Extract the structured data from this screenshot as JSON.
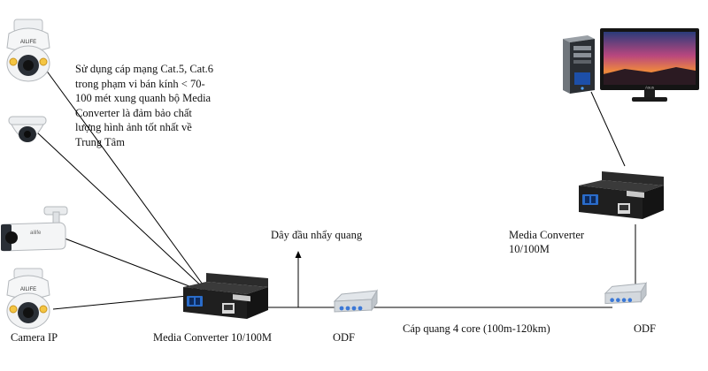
{
  "note_text": "Sử dụng cáp mạng Cat.5, Cat.6 trong phạm vi bán kính < 70-100 mét  xung quanh bộ Media Converter là đảm bảo chất lượng hình ảnh tốt nhất về Trung Tâm",
  "labels": {
    "camera_ip": "Camera IP",
    "media_converter_left": "Media Converter 10/100M",
    "odf_left": "ODF",
    "odf_right": "ODF",
    "fiber_cable": "Cáp quang 4 core (100m-120km)",
    "patch_cord": "Dây đầu nhẩy quang",
    "media_converter_right_1": "Media Converter",
    "media_converter_right_2": "10/100M"
  },
  "device_text": {
    "camera_brand": "AILIFE",
    "bullet_brand": "ailife",
    "monitor_brand": "Asus"
  }
}
